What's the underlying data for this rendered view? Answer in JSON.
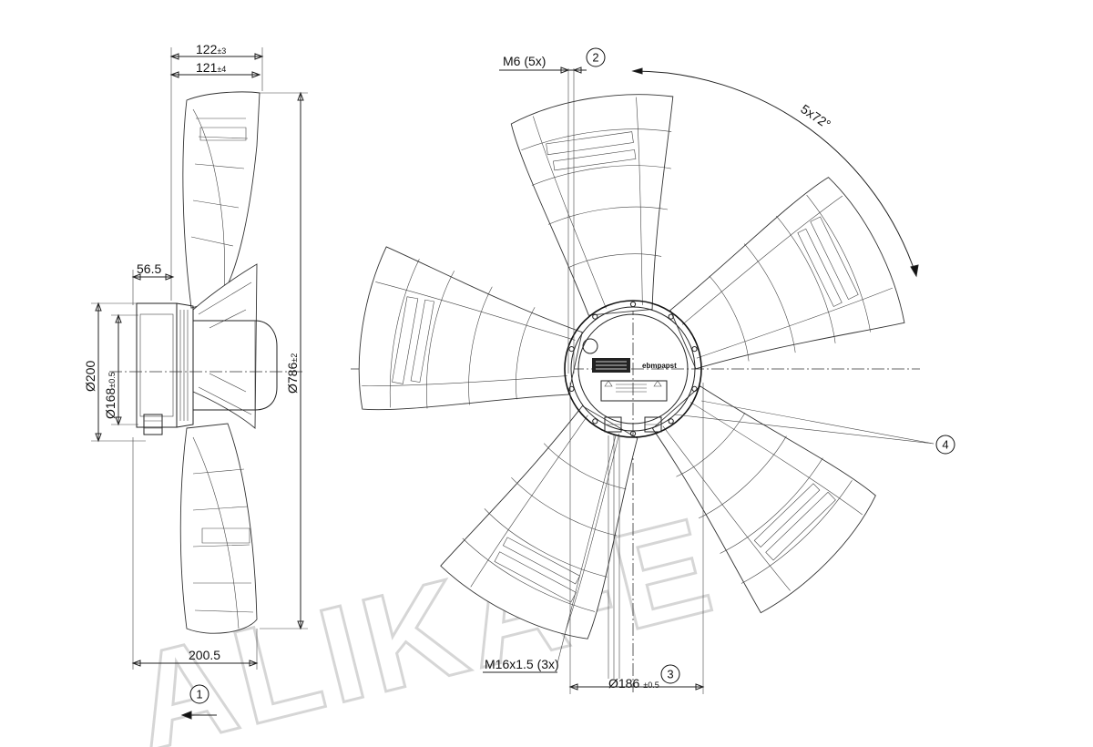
{
  "watermark": {
    "text": "ALIKA-E"
  },
  "side_view": {
    "dims": {
      "width_top": {
        "value": "122",
        "tol": "±3"
      },
      "width_second": {
        "value": "121",
        "tol": "±4"
      },
      "offset": "56.5",
      "diameter_outer": "Ø200",
      "diameter_inner": {
        "value": "Ø168",
        "tol": "±0.5"
      },
      "diameter_fan": {
        "value": "Ø786",
        "tol": "±2"
      },
      "length_total": "200.5"
    },
    "callouts": {
      "airflow": "1"
    }
  },
  "front_view": {
    "dims": {
      "thread_top": "M6 (5x)",
      "angle": "5x72°",
      "thread_bottom": "M16x1.5 (3x)",
      "bolt_circle": {
        "value": "Ø186",
        "tol": "±0.5"
      }
    },
    "callouts": {
      "c2": "2",
      "c3": "3",
      "c4": "4"
    },
    "hub_brand": "ebmpapst"
  },
  "colors": {
    "line": "#222222",
    "watermark": "#d6d6d6",
    "label_bg": "#222222"
  }
}
